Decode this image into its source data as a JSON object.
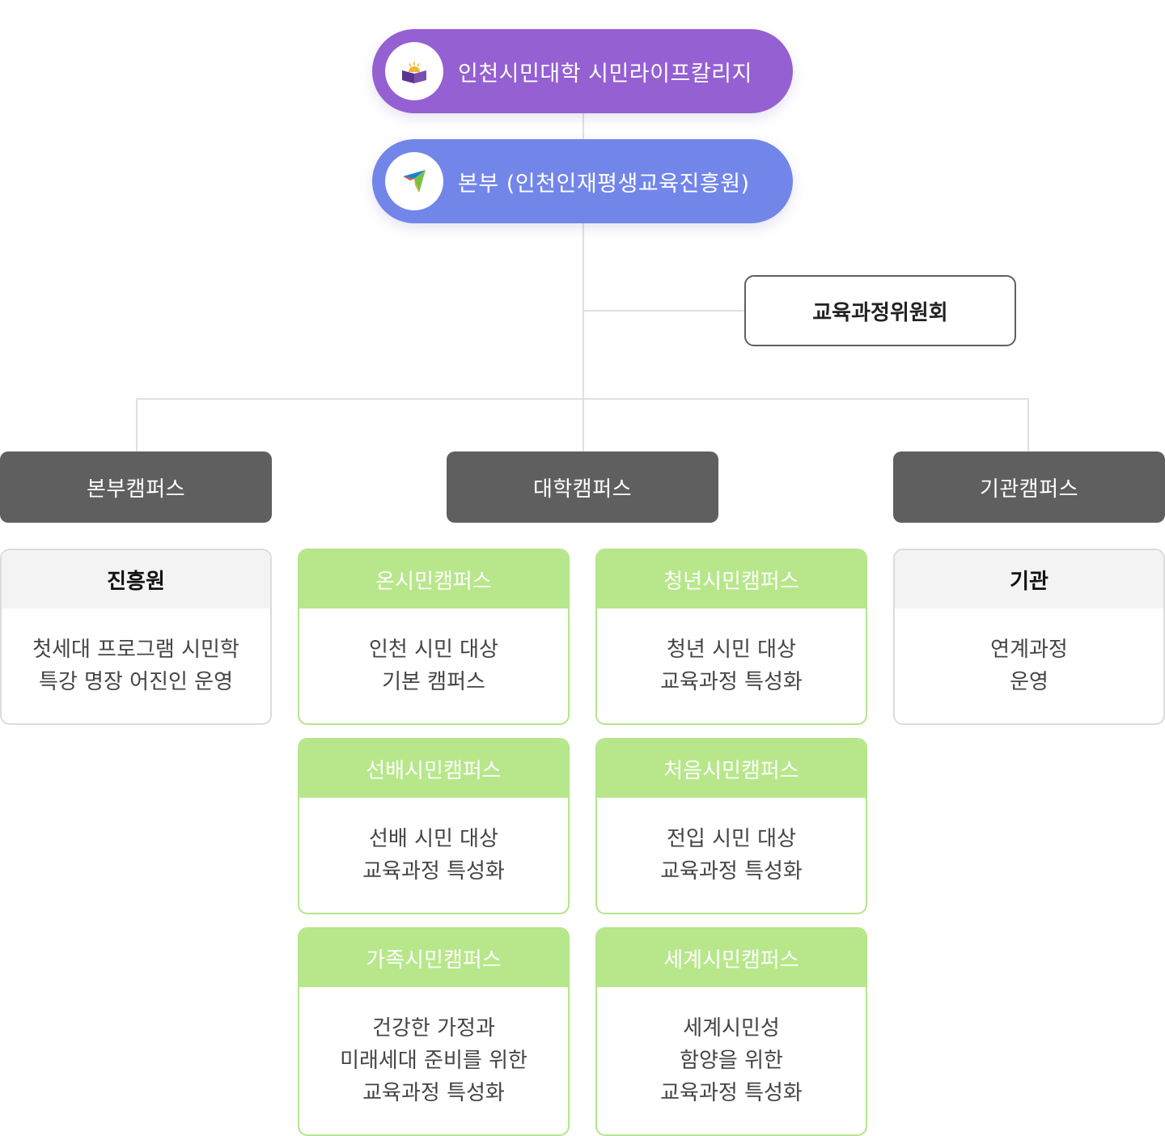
{
  "top": {
    "college_label": "인천시민대학 시민라이프칼리지",
    "college_color": "#9460d2",
    "hq_label": "본부 (인천인재평생교육진흥원)",
    "hq_color": "#7286ea",
    "college_icon": "book-sun-icon",
    "hq_icon": "paper-plane-icon"
  },
  "committee": {
    "label": "교육과정위원회"
  },
  "campuses": {
    "hq": {
      "label": "본부캠퍼스"
    },
    "university": {
      "label": "대학캠퍼스"
    },
    "institution": {
      "label": "기관캠퍼스"
    }
  },
  "cards": {
    "jinheungwon": {
      "title": "진흥원",
      "lines": [
        "첫세대 프로그램 시민학",
        "특강 명장 어진인 운영"
      ]
    },
    "on_citizen": {
      "title": "온시민캠퍼스",
      "lines": [
        "인천 시민 대상",
        "기본 캠퍼스"
      ]
    },
    "youth_citizen": {
      "title": "청년시민캠퍼스",
      "lines": [
        "청년 시민 대상",
        "교육과정 특성화"
      ]
    },
    "institution": {
      "title": "기관",
      "lines": [
        "연계과정",
        "운영"
      ]
    },
    "senior_citizen": {
      "title": "선배시민캠퍼스",
      "lines": [
        "선배 시민 대상",
        "교육과정 특성화"
      ]
    },
    "first_citizen": {
      "title": "처음시민캠퍼스",
      "lines": [
        "전입 시민 대상",
        "교육과정 특성화"
      ]
    },
    "family_citizen": {
      "title": "가족시민캠퍼스",
      "lines": [
        "건강한 가정과",
        "미래세대 준비를 위한",
        "교육과정 특성화"
      ]
    },
    "world_citizen": {
      "title": "세계시민캠퍼스",
      "lines": [
        "세계시민성",
        "함양을 위한",
        "교육과정 특성화"
      ]
    }
  },
  "colors": {
    "campus_header": "#5f5f5f",
    "green_header": "#b7e78a",
    "connector": "#e0e0e0"
  }
}
